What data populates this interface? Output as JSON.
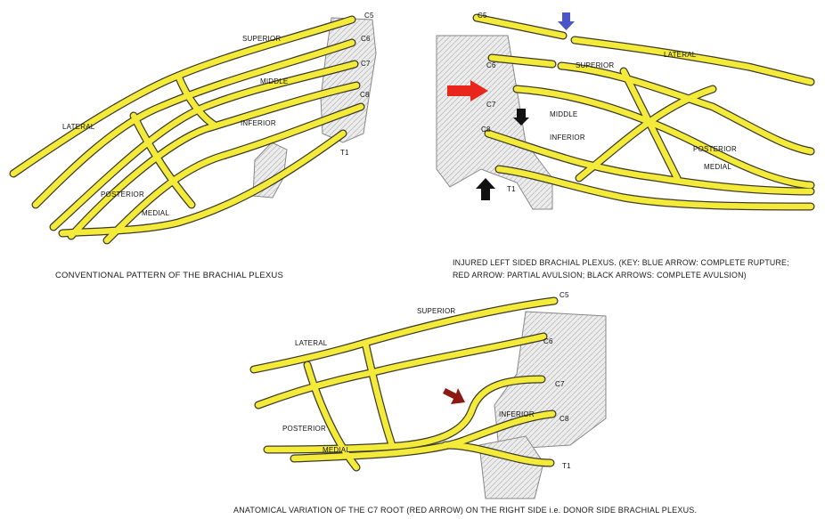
{
  "panels": {
    "conventional": {
      "labels": [
        "C5",
        "C6",
        "C7",
        "C8",
        "T1",
        "SUPERIOR",
        "MIDDLE",
        "INFERIOR",
        "LATERAL",
        "POSTERIOR",
        "MEDIAL"
      ],
      "caption": "CONVENTIONAL PATTERN OF THE BRACHIAL PLEXUS"
    },
    "injured": {
      "labels": [
        "C5",
        "C6",
        "C7",
        "C8",
        "T1",
        "SUPERIOR",
        "MIDDLE",
        "INFERIOR",
        "LATERAL",
        "POSTERIOR",
        "MEDIAL"
      ],
      "caption_line1": "INJURED LEFT SIDED BRACHIAL PLEXUS. (KEY: BLUE ARROW: COMPLETE RUPTURE;",
      "caption_line2": "RED ARROW: PARTIAL AVULSION; BLACK ARROWS: COMPLETE AVULSION)"
    },
    "variation": {
      "labels": [
        "C5",
        "C6",
        "C7",
        "C8",
        "T1",
        "SUPERIOR",
        "LATERAL",
        "INFERIOR",
        "POSTERIOR",
        "MEDIAL"
      ],
      "caption": "ANATOMICAL VARIATION OF THE C7 ROOT (RED ARROW) ON THE RIGHT SIDE i.e. DONOR SIDE BRACHIAL PLEXUS."
    }
  },
  "colors": {
    "nerve": "#f3ea3a",
    "nerve_outline": "#3b3b2a",
    "bone": "#d9d9d9",
    "blue_arrow": "#4a55c8",
    "red_arrow": "#e8261c",
    "dark_red_arrow": "#8b1a12",
    "black_arrow": "#111111"
  }
}
